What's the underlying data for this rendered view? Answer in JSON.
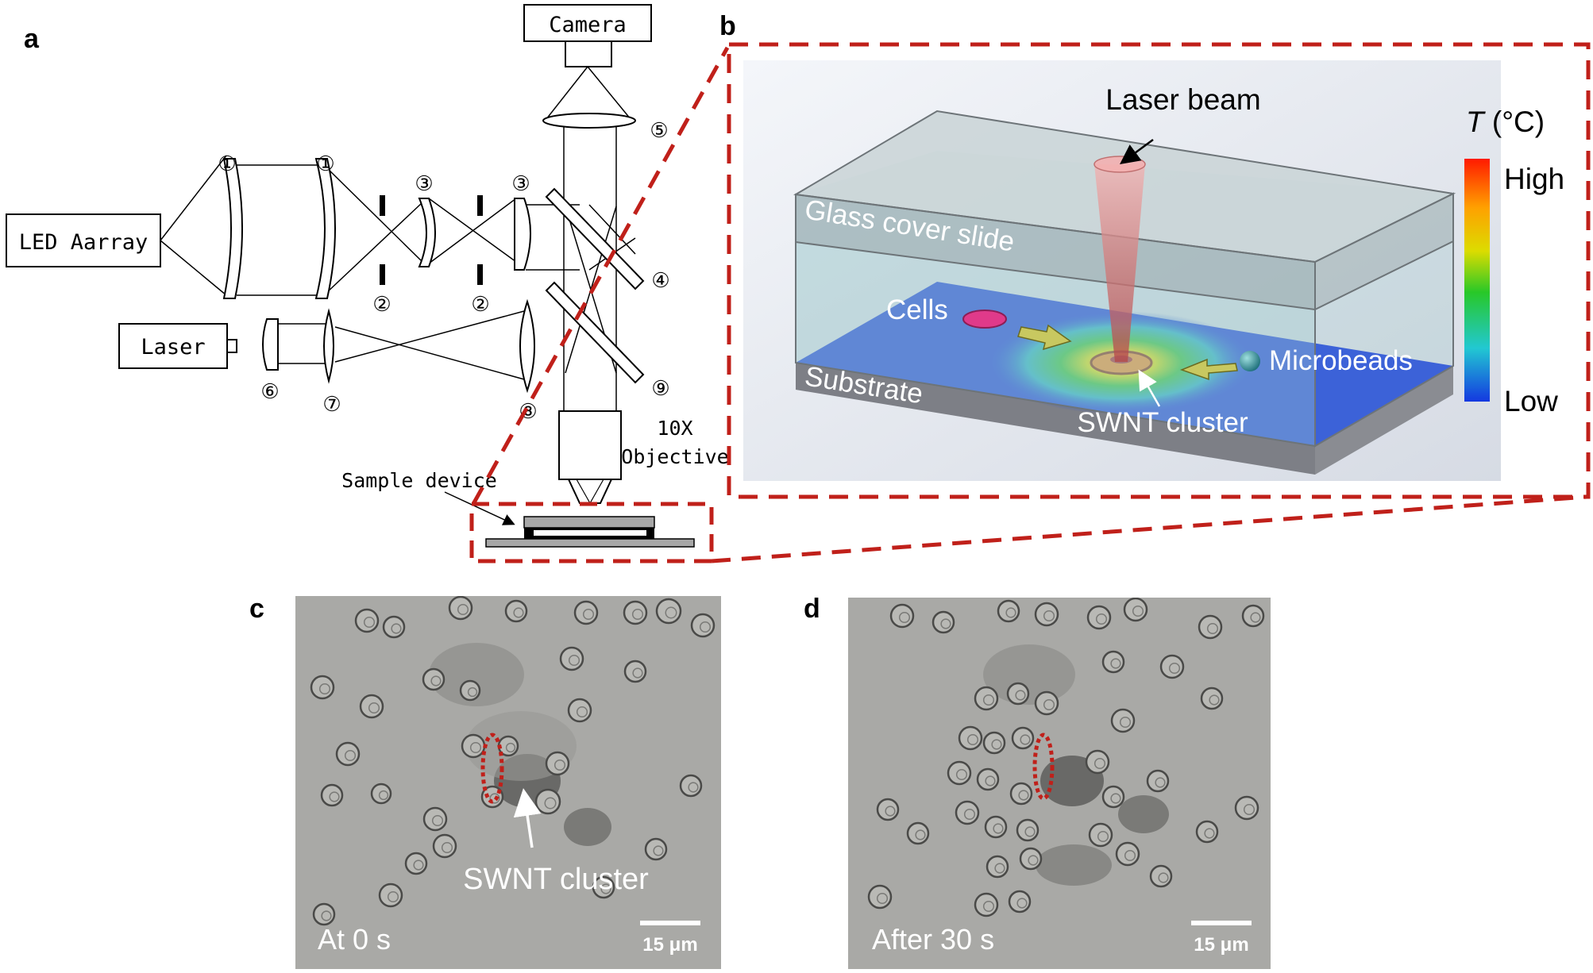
{
  "panels": {
    "a": {
      "label": "a",
      "components": {
        "led_array": "LED Aarray",
        "laser": "Laser",
        "camera": "Camera",
        "objective_line1": "10X",
        "objective_line2": "Objective",
        "sample_device": "Sample device"
      },
      "numbers": {
        "n1": "①",
        "n2": "②",
        "n3": "③",
        "n4": "④",
        "n5": "⑤",
        "n6": "⑥",
        "n7": "⑦",
        "n8": "⑧",
        "n9": "⑨"
      }
    },
    "b": {
      "label": "b",
      "laser_beam": "Laser beam",
      "glass_cover_slide": "Glass cover slide",
      "cells": "Cells",
      "microbeads": "Microbeads",
      "substrate": "Substrate",
      "swnt_cluster": "SWNT cluster",
      "colorbar": {
        "title_var": "T",
        "title_unit": " (°C)",
        "high": "High",
        "low": "Low"
      }
    },
    "c": {
      "label": "c",
      "annotation": "SWNT cluster",
      "time": "At 0 s",
      "scale_bar": "15 μm"
    },
    "d": {
      "label": "d",
      "time": "After 30 s",
      "scale_bar": "15 μm"
    }
  },
  "colors": {
    "highlight_red": "#c0201a",
    "hot": "#ff2a00",
    "cold": "#1438e0",
    "micrograph_bg": "#a9a9a6"
  }
}
